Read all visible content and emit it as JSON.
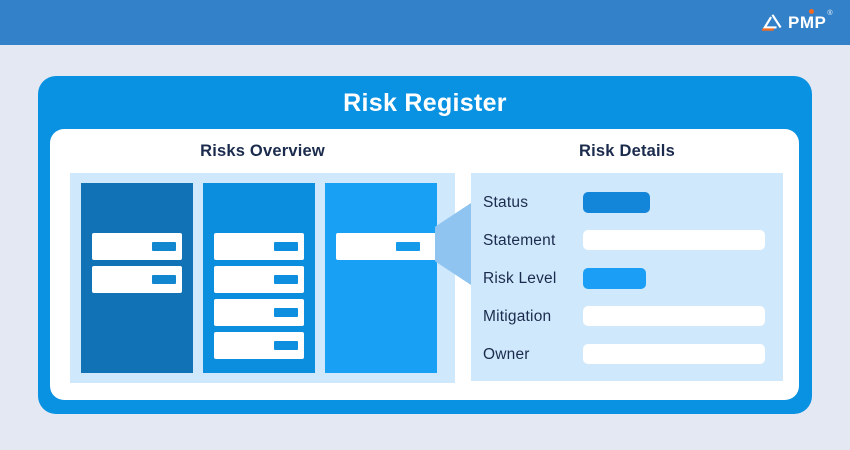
{
  "header": {
    "logo": {
      "icon": "pmp-triangle-logo-icon",
      "text": "PMP",
      "registered": "®"
    }
  },
  "title": "Risk Register",
  "overview": {
    "heading": "Risks Overview",
    "columns": [
      {
        "name": "column-1",
        "color": "#1173b5",
        "chip_color": "#1286cf",
        "rows": 2
      },
      {
        "name": "column-2",
        "color": "#0a8edd",
        "chip_color": "#0d8ede",
        "rows": 4
      },
      {
        "name": "column-3",
        "color": "#18a0f5",
        "chip_color": "#149ae9",
        "rows": 1,
        "selected": true
      }
    ]
  },
  "details": {
    "heading": "Risk Details",
    "fields": [
      {
        "label": "Status",
        "control": "pill",
        "color": "#1486d9",
        "width": 67,
        "value": ""
      },
      {
        "label": "Statement",
        "control": "input",
        "value": ""
      },
      {
        "label": "Risk Level",
        "control": "pill",
        "color": "#1b9ef5",
        "width": 63,
        "value": ""
      },
      {
        "label": "Mitigation",
        "control": "input",
        "value": ""
      },
      {
        "label": "Owner",
        "control": "input",
        "value": ""
      }
    ]
  },
  "colors": {
    "topbar": "#3381c8",
    "background": "#e3e8f2",
    "container": "#0991e2",
    "panel": "#cfe8fb",
    "beam": "#8fc4f1",
    "accent": "#f26a21",
    "text_dark": "#1b2b4d",
    "white": "#ffffff"
  }
}
